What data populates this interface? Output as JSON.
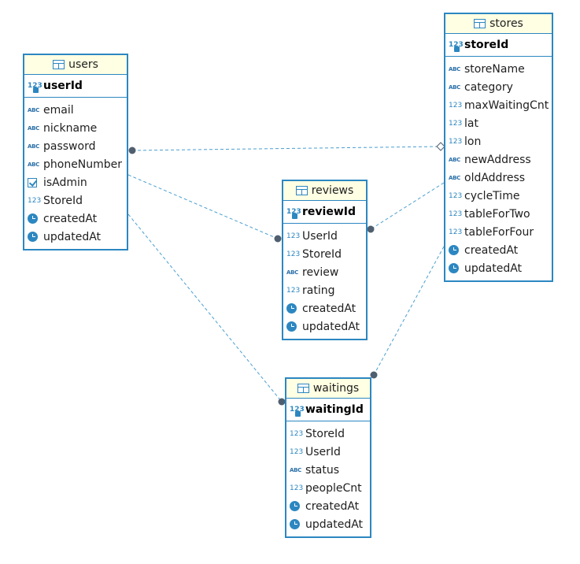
{
  "diagram": {
    "entities": [
      {
        "id": "users",
        "name": "users",
        "pk": {
          "name": "userId",
          "icon": "numeric-key-icon"
        },
        "columns": [
          {
            "name": "email",
            "icon": "abc-icon"
          },
          {
            "name": "nickname",
            "icon": "abc-icon"
          },
          {
            "name": "password",
            "icon": "abc-icon"
          },
          {
            "name": "phoneNumber",
            "icon": "abc-icon"
          },
          {
            "name": "isAdmin",
            "icon": "checkbox-icon"
          },
          {
            "name": "StoreId",
            "icon": "numeric-icon"
          },
          {
            "name": "createdAt",
            "icon": "clock-icon"
          },
          {
            "name": "updatedAt",
            "icon": "clock-icon"
          }
        ]
      },
      {
        "id": "stores",
        "name": "stores",
        "pk": {
          "name": "storeId",
          "icon": "numeric-key-icon"
        },
        "columns": [
          {
            "name": "storeName",
            "icon": "abc-icon"
          },
          {
            "name": "category",
            "icon": "abc-icon"
          },
          {
            "name": "maxWaitingCnt",
            "icon": "numeric-icon"
          },
          {
            "name": "lat",
            "icon": "numeric-icon"
          },
          {
            "name": "lon",
            "icon": "numeric-icon"
          },
          {
            "name": "newAddress",
            "icon": "abc-icon"
          },
          {
            "name": "oldAddress",
            "icon": "abc-icon"
          },
          {
            "name": "cycleTime",
            "icon": "numeric-icon"
          },
          {
            "name": "tableForTwo",
            "icon": "numeric-icon"
          },
          {
            "name": "tableForFour",
            "icon": "numeric-icon"
          },
          {
            "name": "createdAt",
            "icon": "clock-icon"
          },
          {
            "name": "updatedAt",
            "icon": "clock-icon"
          }
        ]
      },
      {
        "id": "reviews",
        "name": "reviews",
        "pk": {
          "name": "reviewId",
          "icon": "numeric-key-icon"
        },
        "columns": [
          {
            "name": "UserId",
            "icon": "numeric-icon"
          },
          {
            "name": "StoreId",
            "icon": "numeric-icon"
          },
          {
            "name": "review",
            "icon": "abc-icon"
          },
          {
            "name": "rating",
            "icon": "numeric-icon"
          },
          {
            "name": "createdAt",
            "icon": "clock-icon"
          },
          {
            "name": "updatedAt",
            "icon": "clock-icon"
          }
        ]
      },
      {
        "id": "waitings",
        "name": "waitings",
        "pk": {
          "name": "waitingId",
          "icon": "numeric-key-icon"
        },
        "columns": [
          {
            "name": "StoreId",
            "icon": "numeric-icon"
          },
          {
            "name": "UserId",
            "icon": "numeric-icon"
          },
          {
            "name": "status",
            "icon": "abc-icon"
          },
          {
            "name": "peopleCnt",
            "icon": "numeric-icon"
          },
          {
            "name": "createdAt",
            "icon": "clock-icon"
          },
          {
            "name": "updatedAt",
            "icon": "clock-icon"
          }
        ]
      }
    ],
    "relations": [
      {
        "from": "users",
        "to": "stores"
      },
      {
        "from": "users",
        "to": "reviews"
      },
      {
        "from": "stores",
        "to": "reviews"
      },
      {
        "from": "users",
        "to": "waitings"
      },
      {
        "from": "stores",
        "to": "waitings"
      }
    ],
    "icon_labels": {
      "abc": "ABC",
      "numeric": "123"
    },
    "colors": {
      "border": "#2c87c1",
      "header_bg": "#ffffe3",
      "connector": "#4a9fd0",
      "endpoint": "#4f5f6f"
    }
  }
}
